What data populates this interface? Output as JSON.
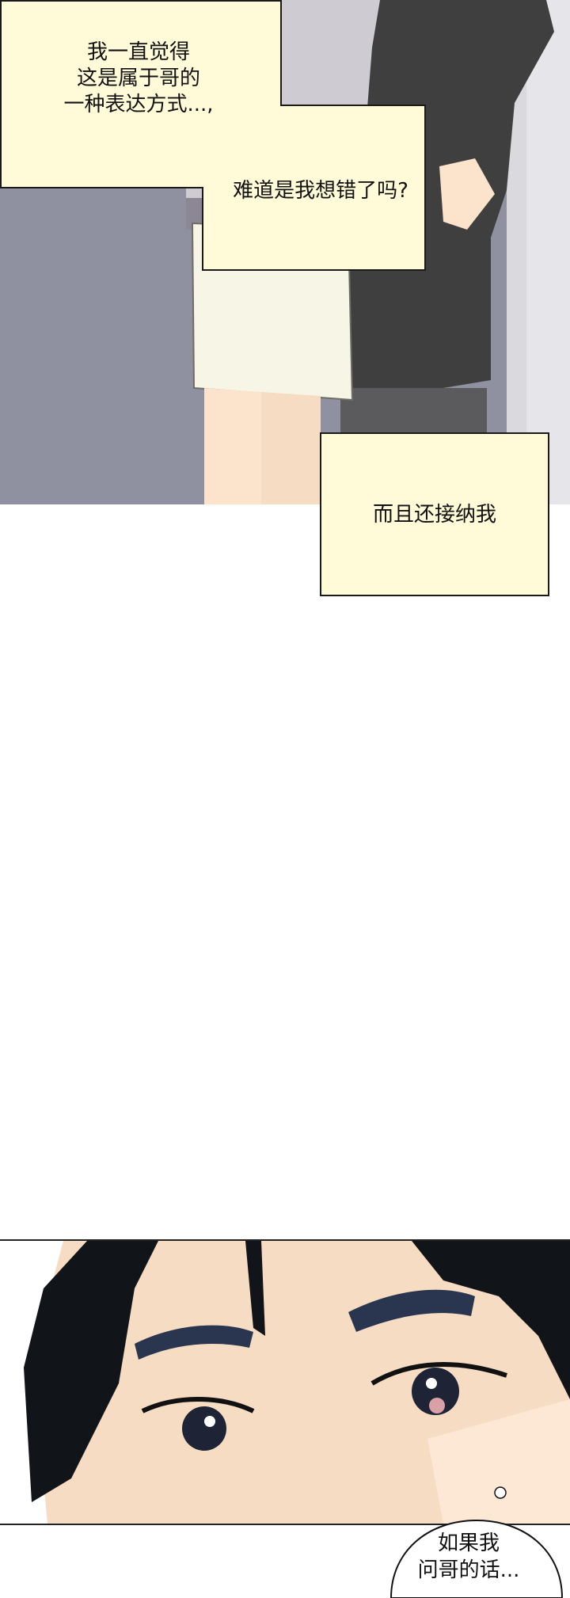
{
  "captions": {
    "first": "而且还接纳我",
    "second_line1": "我一直觉得",
    "second_line2": "这是属于哥的",
    "second_line3": "一种表达方式...,",
    "third": "难道是我想错了吗?"
  },
  "speech": {
    "line1": "如果我",
    "line2": "问哥的话..."
  },
  "colors": {
    "caption_fill": "#fffbd8",
    "wall": "#8f90a0",
    "hoodie": "#cfcbd3",
    "shorts": "#f7f5e6",
    "black_hoodie": "#3f3f3f",
    "skin": "#f7dcc4",
    "hair": "#111418"
  }
}
